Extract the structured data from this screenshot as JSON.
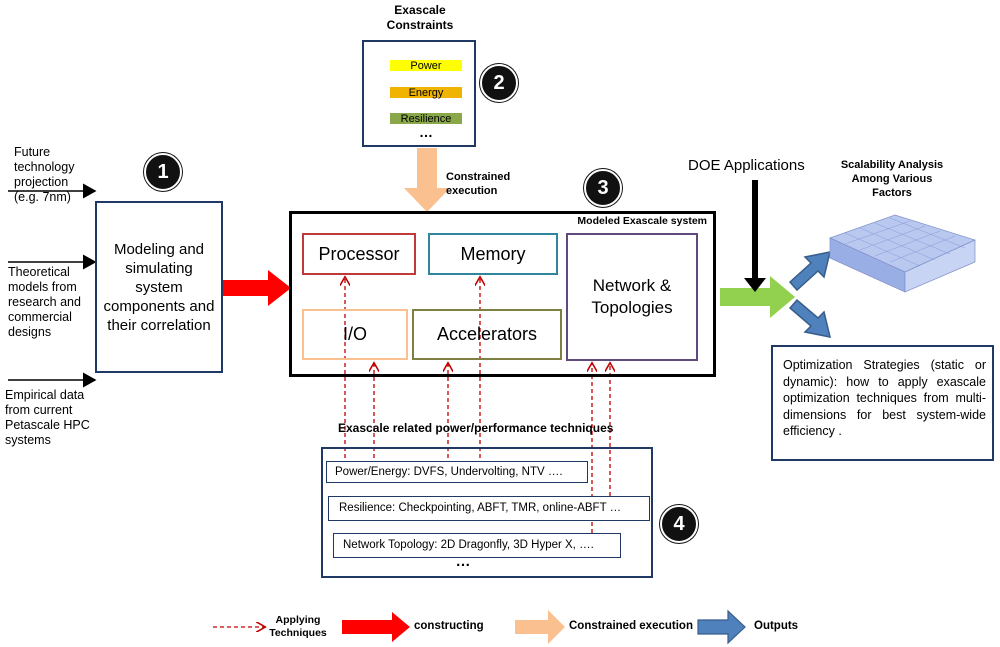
{
  "inputs": {
    "future_tech": "Future technology projection (e.g. 7nm)",
    "theoretical": "Theoretical models from research and commercial designs",
    "empirical": "Empirical data from current Petascale HPC systems"
  },
  "steps": [
    "1",
    "2",
    "3",
    "4"
  ],
  "modeling_box": "Modeling and simulating system components and their correlation",
  "constraints": {
    "title": "Exascale Constraints",
    "items": [
      "Power",
      "Energy",
      "Resilience"
    ],
    "more": "…",
    "colors": [
      "#ffff00",
      "#f0b400",
      "#8aa84a"
    ]
  },
  "constrained_execution_label": "Constrained execution",
  "system": {
    "title": "Modeled Exascale system",
    "processor": "Processor",
    "memory": "Memory",
    "network": "Network & Topologies",
    "io": "I/O",
    "accelerators": "Accelerators",
    "colors": {
      "processor": "#c0393b",
      "memory": "#31859c",
      "network": "#604a7b",
      "io": "#fac090",
      "accelerators": "#7f7f3f"
    }
  },
  "techniques": {
    "title": "Exascale related power/performance techniques",
    "items": [
      "Power/Energy: DVFS, Undervolting, NTV ….",
      "Resilience: Checkpointing, ABFT, TMR, online-ABFT …",
      "Network Topology: 2D Dragonfly, 3D Hyper X,  …."
    ],
    "more": "…"
  },
  "doe_label": "DOE Applications",
  "scalability_label": "Scalability Analysis Among Various Factors",
  "optimization_text": "Optimization Strategies (static or dynamic): how to apply exascale optimization techniques from multi-dimensions for best system-wide efficiency .",
  "legend": {
    "applying": "Applying Techniques",
    "constructing": "constructing",
    "constrained": "Constrained execution",
    "outputs": "Outputs"
  }
}
